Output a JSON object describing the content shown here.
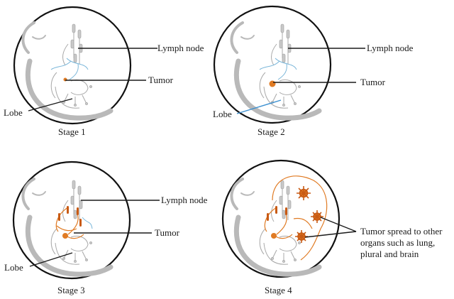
{
  "colors": {
    "lymph_blue": "#7ab6d9",
    "tumor_orange": "#e07b24",
    "outline": "#111111"
  },
  "stages": [
    {
      "caption": "Stage 1",
      "labels": {
        "lymph_node": "Lymph node",
        "tumor": "Tumor",
        "lobe": "Lobe"
      }
    },
    {
      "caption": "Stage 2",
      "labels": {
        "lymph_node": "Lymph node",
        "tumor": "Tumor",
        "lobe": "Lobe"
      }
    },
    {
      "caption": "Stage 3",
      "labels": {
        "lymph_node": "Lymph node",
        "tumor": "Tumor",
        "lobe": "Lobe"
      }
    },
    {
      "caption": "Stage 4",
      "labels": {
        "spread_line1": "Tumor spread to other",
        "spread_line2": "organs such as lung,",
        "spread_line3": "plural and brain"
      }
    }
  ]
}
